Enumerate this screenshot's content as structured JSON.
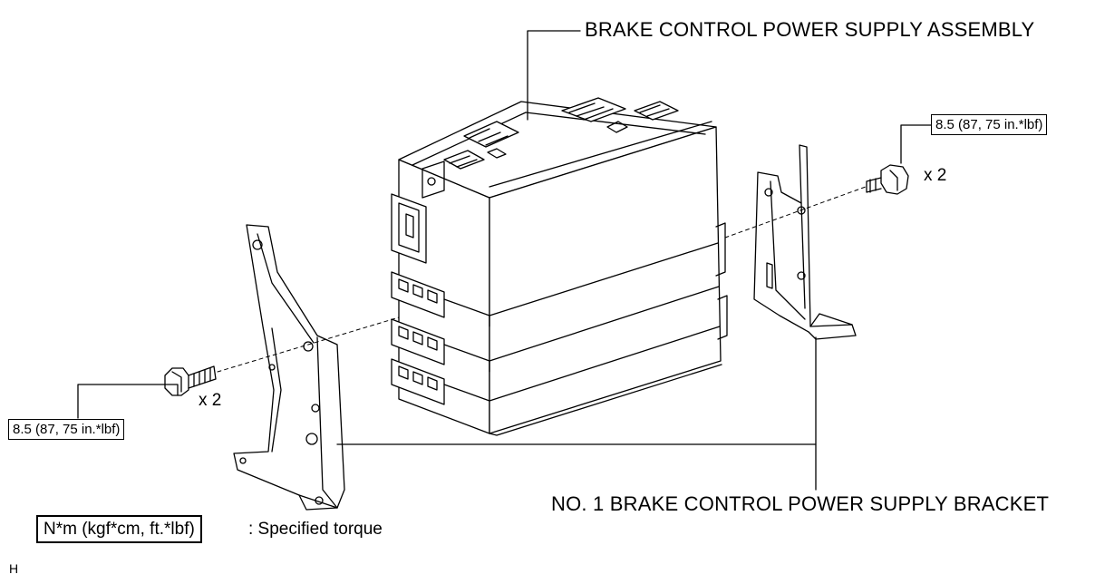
{
  "labels": {
    "assembly": "BRAKE CONTROL POWER SUPPLY ASSEMBLY",
    "bracket": "NO. 1 BRAKE CONTROL POWER SUPPLY BRACKET"
  },
  "torque": {
    "right_value": "8.5 (87, 75 in.*lbf)",
    "left_value": "8.5 (87, 75 in.*lbf)",
    "right_qty": "x 2",
    "left_qty": "x 2"
  },
  "legend": {
    "box_text": "N*m (kgf*cm, ft.*lbf)",
    "description": ": Specified torque"
  },
  "corner_mark": "H"
}
